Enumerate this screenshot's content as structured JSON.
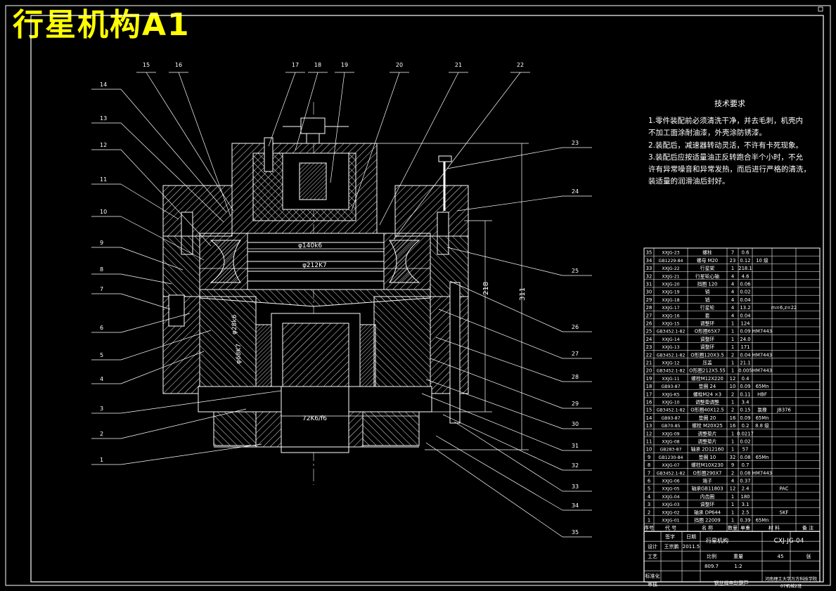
{
  "title": "行星机构A1",
  "requirements": {
    "heading": "技术要求",
    "lines": [
      "1.零件装配前必须清洗干净，并去毛刺，机壳内",
      "不加工面涂耐油漆，外壳涂防锈漆。",
      "2.装配后，减速器转动灵活，不许有卡死现象。",
      "3.装配后应按适量油正反转跑合半个小时，不允",
      "许有异常噪音和异常发热，而后进行严格的清洗，",
      "装适量的润滑油后封好。"
    ]
  },
  "callouts_left": [
    "14",
    "13",
    "12",
    "11",
    "10",
    "9",
    "8",
    "7",
    "6",
    "5",
    "4",
    "3",
    "2",
    "1"
  ],
  "callouts_top": [
    "15",
    "16",
    "17",
    "18",
    "19",
    "20",
    "21",
    "22"
  ],
  "callouts_right": [
    "23",
    "24",
    "25",
    "26",
    "27",
    "28",
    "29",
    "30",
    "31",
    "32",
    "33",
    "34",
    "35"
  ],
  "dimensions": {
    "d1": "φ140k6",
    "d2": "φ212K7",
    "d3": "φ28k6",
    "d4": "φ68K7",
    "d5": "72K6/f6",
    "h1": "218",
    "h2": "311"
  },
  "bom": {
    "rows": [
      [
        "35",
        "XXJG-23",
        "螺柱",
        "7",
        "0.6",
        "",
        "",
        ""
      ],
      [
        "34",
        "GB1229-84",
        "螺母 M20",
        "23",
        "0.12",
        "10 级",
        "",
        ""
      ],
      [
        "33",
        "XXJG-22",
        "行星架",
        "1",
        "218.1",
        "",
        "",
        ""
      ],
      [
        "32",
        "XXJG-21",
        "行星轮心轴",
        "4",
        "4.6",
        "",
        "",
        ""
      ],
      [
        "31",
        "XXJG-20",
        "挡圈 120",
        "4",
        "0.06",
        "",
        "",
        ""
      ],
      [
        "30",
        "XXJG-19",
        "销",
        "4",
        "0.02",
        "",
        "",
        ""
      ],
      [
        "29",
        "XXJG-18",
        "销",
        "4",
        "0.04",
        "",
        "",
        ""
      ],
      [
        "28",
        "XXJG-17",
        "行星轮",
        "4",
        "13.2",
        "",
        "m=6,z=22",
        ""
      ],
      [
        "27",
        "XXJG-16",
        "套",
        "4",
        "0.04",
        "",
        "",
        ""
      ],
      [
        "26",
        "XXJG-15",
        "调整环",
        "1",
        "124",
        "",
        "",
        ""
      ],
      [
        "25",
        "GB3452.1-82",
        "O形圈65X7",
        "1",
        "0.09",
        "HM7443",
        "",
        ""
      ],
      [
        "24",
        "XXJG-14",
        "调整环",
        "1",
        "24.0",
        "",
        "",
        ""
      ],
      [
        "23",
        "XXJG-13",
        "调整环",
        "1",
        "171",
        "",
        "",
        ""
      ],
      [
        "22",
        "GB3452.1-82",
        "O形圈120X3.5",
        "2",
        "0.04",
        "HM7443",
        "",
        ""
      ],
      [
        "21",
        "XXJG-12",
        "压盖",
        "1",
        "21.1",
        "",
        "",
        ""
      ],
      [
        "20",
        "GB3452.1-82",
        "O形圈212X5.55",
        "1",
        "0.005",
        "HM7443",
        "",
        ""
      ],
      [
        "19",
        "XXJG-11",
        "螺栓M12X220",
        "12",
        "0.4",
        "",
        "",
        ""
      ],
      [
        "18",
        "GB93-87",
        "垫圈 24",
        "10",
        "0.09",
        "65Mn",
        "",
        ""
      ],
      [
        "17",
        "XXJG-K5",
        "螺栓M24 ×3",
        "2",
        "0.11",
        "HBF",
        "",
        ""
      ],
      [
        "16",
        "XXJG-10",
        "调整垫调整",
        "1",
        "3.4",
        "",
        "",
        ""
      ],
      [
        "15",
        "GB3452.1-82",
        "O形圈40X12.5",
        "2",
        "0.15",
        "氯橡",
        "JB376",
        ""
      ],
      [
        "14",
        "GB93-87",
        "垫圈 20",
        "16",
        "0.09",
        "65Mn",
        "",
        ""
      ],
      [
        "13",
        "GB70-85",
        "螺栓 M20X25",
        "16",
        "0.2",
        "8.8 级",
        "",
        ""
      ],
      [
        "12",
        "XXJG-09",
        "调整垫片",
        "1",
        "0.0217",
        "",
        "",
        ""
      ],
      [
        "11",
        "XXJG-08",
        "调整垫片",
        "1",
        "0.02",
        "",
        "",
        ""
      ],
      [
        "10",
        "GB283-87",
        "轴承 2D12160",
        "1",
        "57",
        "",
        "",
        ""
      ],
      [
        "9",
        "GB1230-84",
        "垫圈 10",
        "32",
        "0.08",
        "65Mn",
        "",
        ""
      ],
      [
        "8",
        "XXJG-07",
        "螺柱M10X230",
        "9",
        "0.7",
        "",
        "",
        ""
      ],
      [
        "7",
        "GB3452.1-82",
        "O形圈290X7",
        "2",
        "0.08",
        "HM7443",
        "",
        ""
      ],
      [
        "6",
        "XXJG-06",
        "端子",
        "4",
        "0.37",
        "",
        "",
        ""
      ],
      [
        "5",
        "XXJG-05",
        "轴承GB11803",
        "12",
        "2.4",
        "",
        "PAC",
        ""
      ],
      [
        "4",
        "XXJG-04",
        "内齿圈",
        "1",
        "180",
        "",
        "",
        ""
      ],
      [
        "3",
        "XXJG-03",
        "调整环",
        "1",
        "3.1",
        "",
        "",
        ""
      ],
      [
        "2",
        "XXJG-02",
        "轴承 DP644",
        "1",
        "2.5",
        "",
        "SKF",
        ""
      ],
      [
        "1",
        "XXJG-01",
        "挡圈 22009",
        "1",
        "0.39",
        "65Mn",
        "",
        ""
      ]
    ],
    "header": [
      "序号",
      "代 号",
      "名 称",
      "数量",
      "单重",
      "材 料",
      "备 注"
    ]
  },
  "title_block": {
    "name": "行星机构",
    "code": "CXJ-JG-04",
    "designer_label": "设计",
    "designer": "王宗鹏",
    "date_label": "日期",
    "date": "2011.5",
    "sign_label": "签字",
    "process_label": "工艺",
    "scale_label": "比例",
    "weight_label": "重量",
    "mass": "809.7",
    "scale": "1:2",
    "review_label": "标准化",
    "approve_label": "审核",
    "sheet_total": "45",
    "sheet_label": "张",
    "material_note": "钢丝绳电动葫芦",
    "school": "河南理工大学万方科技学院",
    "class": "07机械2班"
  }
}
